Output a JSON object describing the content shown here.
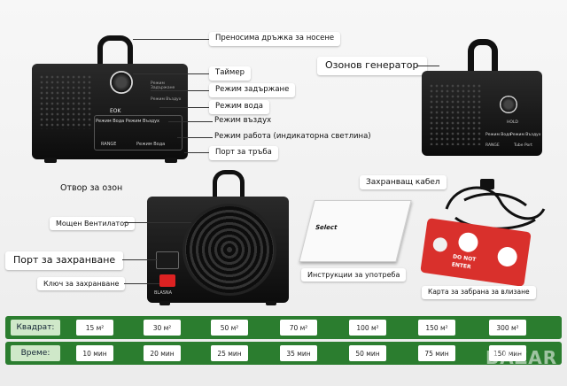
{
  "labels": {
    "handle": "Преносима дръжка за носене",
    "timer": "Таймер",
    "hold_mode": "Режим задържане",
    "water_mode": "Режим вода",
    "air_mode": "Режим въздух",
    "indicator_mode": "Режим работа (индикаторна светлина)",
    "pipe_port": "Порт за тръба",
    "ozone_outlet": "Отвор за озон",
    "generator": "Озонов генератор",
    "power_cable": "Захранващ кабел",
    "fan": "Мощен Вентилатор",
    "power_port": "Порт за захранване",
    "power_switch": "Ключ за захранване",
    "manual": "Инструкции за употреба",
    "card": "Карта за забрана за влизане"
  },
  "device": {
    "front_text_1": "Режим Вода  Режим Въздух",
    "ozone_mark": "EOK",
    "bottom_left": "RANGE",
    "bottom_right": "Режим Вода",
    "side_text_1": "Режим Задържане",
    "side_text_2": "Режим Въздух",
    "back_brand": "BLASNA",
    "small_front_left": "Режим Вода",
    "small_front_right": "Режим Въздух",
    "small_bottom_left": "RANGE",
    "small_bottom_right": "Tube Port",
    "hold_label": "HOLD"
  },
  "card": {
    "line1": "DO NOT",
    "line2": "ENTER"
  },
  "manual": {
    "brand": "Select"
  },
  "table": {
    "row1_label": "Квадрат:",
    "row2_label": "Време:",
    "areas": [
      "15 м²",
      "30 м²",
      "50 м²",
      "70 м²",
      "100 м²",
      "150 м²",
      "300 м²"
    ],
    "times": [
      "10 мин",
      "20 мин",
      "25 мин",
      "35 мин",
      "50 мин",
      "75 мин",
      "150 мин"
    ]
  },
  "watermark": "BAZAR"
}
